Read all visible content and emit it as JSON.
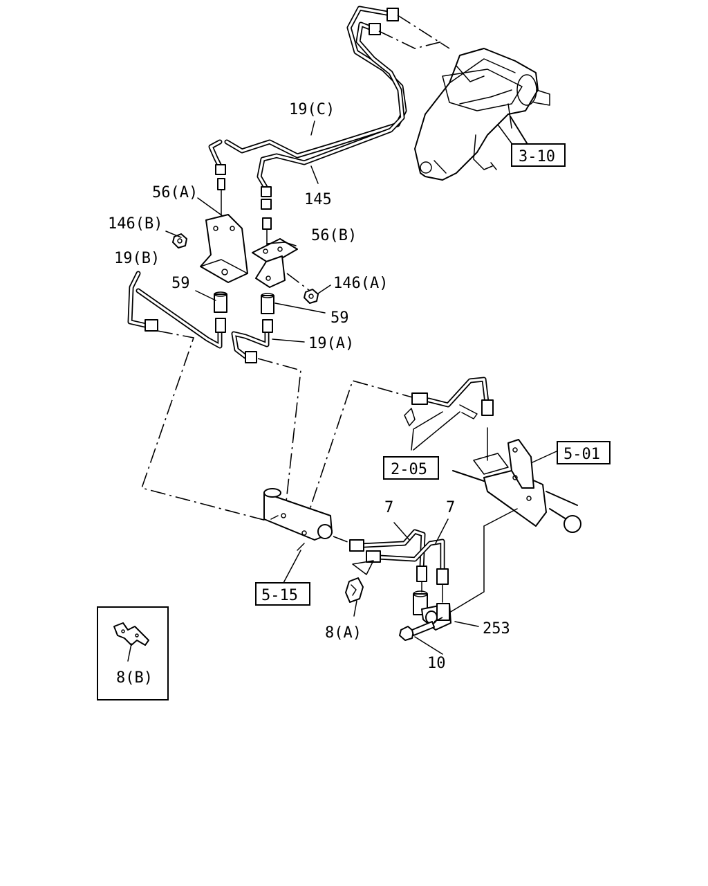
{
  "callouts": {
    "c19c": "19(C)",
    "c145": "145",
    "c56a": "56(A)",
    "c56b": "56(B)",
    "c146b": "146(B)",
    "c146a": "146(A)",
    "c19b": "19(B)",
    "c59_left": "59",
    "c59_right": "59",
    "c19a": "19(A)",
    "c7_left": "7",
    "c7_right": "7",
    "c253": "253",
    "c10": "10",
    "c8a": "8(A)",
    "c8b": "8(B)"
  },
  "references": {
    "r3_10": "3-10",
    "r2_05": "2-05",
    "r5_01": "5-01",
    "r5_15": "5-15"
  }
}
